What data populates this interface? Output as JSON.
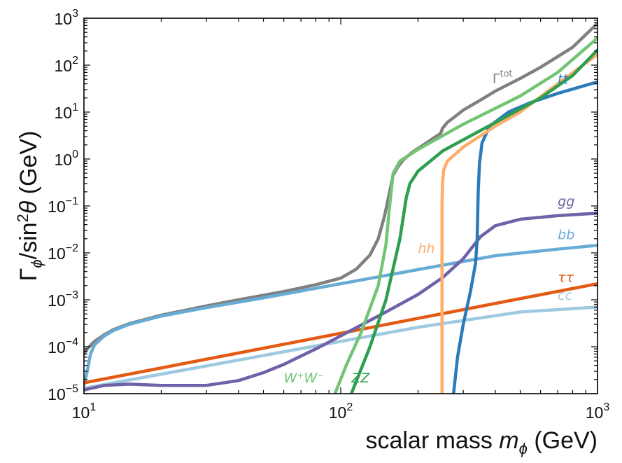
{
  "chart_data": {
    "type": "line",
    "xscale": "log",
    "yscale": "log",
    "xlim": [
      10,
      1000
    ],
    "ylim": [
      1e-05,
      1000
    ],
    "xlabel": "scalar mass m_ϕ (GeV)",
    "xlabel_parts": {
      "prefix": "scalar mass ",
      "var": "m",
      "sub": "ϕ",
      "suffix": " (GeV)"
    },
    "ylabel": "Γ_ϕ/sin²θ (GeV)",
    "ylabel_parts": {
      "g": "Γ",
      "sub": "ϕ",
      "mid": "/sin",
      "sup": "2",
      "theta": "θ",
      "suffix": " (GeV)"
    },
    "x_ticks": [
      {
        "value": 10,
        "mantissa": "10",
        "exp": "1"
      },
      {
        "value": 100,
        "mantissa": "10",
        "exp": "2"
      },
      {
        "value": 1000,
        "mantissa": "10",
        "exp": "3"
      }
    ],
    "y_ticks": [
      {
        "value": 1e-05,
        "mantissa": "10",
        "exp": "−5"
      },
      {
        "value": 0.0001,
        "mantissa": "10",
        "exp": "−4"
      },
      {
        "value": 0.001,
        "mantissa": "10",
        "exp": "−3"
      },
      {
        "value": 0.01,
        "mantissa": "10",
        "exp": "−2"
      },
      {
        "value": 0.1,
        "mantissa": "10",
        "exp": "−1"
      },
      {
        "value": 1,
        "mantissa": "10",
        "exp": "0"
      },
      {
        "value": 10,
        "mantissa": "10",
        "exp": "1"
      },
      {
        "value": 100,
        "mantissa": "10",
        "exp": "2"
      },
      {
        "value": 1000,
        "mantissa": "10",
        "exp": "3"
      }
    ],
    "grid": false,
    "colors": {
      "total": "#808080",
      "tt": "#2b7bba",
      "gg": "#7061a8",
      "bb": "#67acd6",
      "tautau": "#e45a13",
      "cc": "#9ecae1",
      "hh": "#fdae6b",
      "WW": "#74c476",
      "ZZ": "#2e9e4f"
    },
    "series": [
      {
        "key": "total",
        "label": "Γ",
        "label_sup": "tot",
        "label_mass": 390,
        "label_width": 130,
        "points": [
          [
            10,
            7e-05
          ],
          [
            10.3,
            9e-05
          ],
          [
            11,
            0.00013
          ],
          [
            12,
            0.00018
          ],
          [
            13,
            0.00023
          ],
          [
            15,
            0.00031
          ],
          [
            20,
            0.00047
          ],
          [
            30,
            0.00074
          ],
          [
            40,
            0.001
          ],
          [
            60,
            0.0015
          ],
          [
            80,
            0.0021
          ],
          [
            100,
            0.0029
          ],
          [
            115,
            0.0045
          ],
          [
            130,
            0.009
          ],
          [
            140,
            0.02
          ],
          [
            148,
            0.06
          ],
          [
            155,
            0.2
          ],
          [
            160,
            0.45
          ],
          [
            166,
            0.65
          ],
          [
            175,
            0.95
          ],
          [
            190,
            1.4
          ],
          [
            210,
            2
          ],
          [
            230,
            2.8
          ],
          [
            245,
            3.5
          ],
          [
            249,
            4.5
          ],
          [
            260,
            6
          ],
          [
            300,
            11
          ],
          [
            350,
            18
          ],
          [
            400,
            28
          ],
          [
            500,
            52
          ],
          [
            600,
            90
          ],
          [
            800,
            240
          ],
          [
            1000,
            780
          ]
        ]
      },
      {
        "key": "bb",
        "label": "bb",
        "label_mass": 700,
        "label_width": 32,
        "points": [
          [
            10,
            1.5e-05
          ],
          [
            10.3,
            3e-05
          ],
          [
            10.6,
            7e-05
          ],
          [
            11,
            0.00011
          ],
          [
            12,
            0.00017
          ],
          [
            13,
            0.00022
          ],
          [
            15,
            0.0003
          ],
          [
            20,
            0.00045
          ],
          [
            30,
            0.00068
          ],
          [
            50,
            0.0011
          ],
          [
            100,
            0.0022
          ],
          [
            200,
            0.0044
          ],
          [
            400,
            0.0087
          ],
          [
            700,
            0.012
          ],
          [
            1000,
            0.0145
          ]
        ]
      },
      {
        "key": "tautau",
        "label": "ττ",
        "label_mass": 700,
        "label_width": 34,
        "points": [
          [
            10,
            1.7e-05
          ],
          [
            1000,
            0.0022
          ]
        ]
      },
      {
        "key": "cc",
        "label": "cc",
        "label_mass": 700,
        "label_width": 32,
        "points": [
          [
            10,
            1.3e-05
          ],
          [
            20,
            2.6e-05
          ],
          [
            50,
            6.5e-05
          ],
          [
            100,
            0.00013
          ],
          [
            200,
            0.00026
          ],
          [
            500,
            0.00055
          ],
          [
            1000,
            0.0007
          ]
        ]
      },
      {
        "key": "gg",
        "label": "gg",
        "label_mass": 700,
        "label_width": 32,
        "points": [
          [
            10,
            1.2e-05
          ],
          [
            12,
            1.5e-05
          ],
          [
            15,
            1.6e-05
          ],
          [
            20,
            1.5e-05
          ],
          [
            30,
            1.5e-05
          ],
          [
            40,
            1.9e-05
          ],
          [
            50,
            2.8e-05
          ],
          [
            60,
            4.2e-05
          ],
          [
            80,
            9e-05
          ],
          [
            100,
            0.00017
          ],
          [
            150,
            0.00055
          ],
          [
            200,
            0.0013
          ],
          [
            250,
            0.003
          ],
          [
            300,
            0.0075
          ],
          [
            350,
            0.022
          ],
          [
            400,
            0.038
          ],
          [
            500,
            0.052
          ],
          [
            700,
            0.062
          ],
          [
            1000,
            0.07
          ]
        ]
      },
      {
        "key": "tt",
        "label": "tt",
        "label_mass": 700,
        "label_width": 28,
        "points": [
          [
            275,
            1e-05
          ],
          [
            285,
            6e-05
          ],
          [
            300,
            0.0003
          ],
          [
            320,
            0.0015
          ],
          [
            335,
            0.006
          ],
          [
            340,
            0.02
          ],
          [
            343,
            0.2
          ],
          [
            347,
            0.8
          ],
          [
            355,
            2.2
          ],
          [
            380,
            5
          ],
          [
            450,
            10
          ],
          [
            550,
            16
          ],
          [
            700,
            25
          ],
          [
            1000,
            44
          ]
        ]
      },
      {
        "key": "hh",
        "label": "hh",
        "label_mass": 200,
        "label_width": 34,
        "points": [
          [
            248,
            1e-05
          ],
          [
            248,
            0.1
          ],
          [
            249,
            0.3
          ],
          [
            252,
            0.6
          ],
          [
            260,
            0.9
          ],
          [
            300,
            1.8
          ],
          [
            400,
            5
          ],
          [
            500,
            10
          ],
          [
            700,
            40
          ],
          [
            1000,
            170
          ]
        ]
      },
      {
        "key": "WW",
        "label": "W⁺W⁻",
        "label_mass": 60,
        "label_width": 72,
        "points": [
          [
            95,
            1e-05
          ],
          [
            105,
            4e-05
          ],
          [
            120,
            0.0002
          ],
          [
            140,
            0.002
          ],
          [
            150,
            0.015
          ],
          [
            155,
            0.1
          ],
          [
            160,
            0.5
          ],
          [
            170,
            0.9
          ],
          [
            200,
            1.6
          ],
          [
            300,
            5.5
          ],
          [
            500,
            22
          ],
          [
            700,
            70
          ],
          [
            1000,
            380
          ]
        ]
      },
      {
        "key": "ZZ",
        "label": "ZZ",
        "label_mass": 110,
        "label_width": 34,
        "points": [
          [
            110,
            1e-05
          ],
          [
            130,
            0.0001
          ],
          [
            150,
            0.001
          ],
          [
            170,
            0.02
          ],
          [
            180,
            0.15
          ],
          [
            186,
            0.3
          ],
          [
            200,
            0.55
          ],
          [
            250,
            1.5
          ],
          [
            400,
            6
          ],
          [
            600,
            20
          ],
          [
            800,
            60
          ],
          [
            1000,
            210
          ]
        ]
      }
    ]
  }
}
